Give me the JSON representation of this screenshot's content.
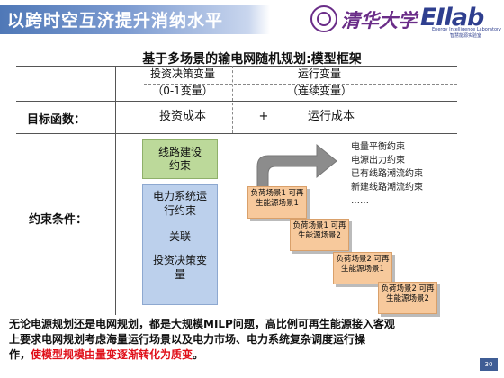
{
  "header": {
    "title": "以跨时空互济提升消纳水平",
    "university_logo": "清华大学",
    "lab_logo": "EIlab",
    "lab_name_en": "Energy Intelligence Laboratory",
    "lab_name_cn": "智慧能源实验室"
  },
  "subtitle": "基于多场景的输电网随机规划:模型框架",
  "columns": {
    "left_line1": "投资决策变量",
    "left_line2": "（0-1变量）",
    "right_line1": "运行变量",
    "right_line2": "（连续变量）"
  },
  "objective": {
    "label": "目标函数：",
    "left": "投资成本",
    "op": "+",
    "right": "运行成本"
  },
  "constraints": {
    "label": "约束条件：",
    "line_build": "线路建设约束",
    "power_system": "电力系统运行约束",
    "link": "关联",
    "invest": "投资决策变量",
    "list": [
      "电量平衡约束",
      "电源出力约束",
      "已有线路潮流约束",
      "新建线路潮流约束",
      "……"
    ],
    "scenarios": [
      "负荷场景1 可再生能源场景1",
      "负荷场景1 可再生能源场景2",
      "负荷场景2 可再生能源场景1",
      "负荷场景2 可再生能源场景2"
    ]
  },
  "body": {
    "line1": "无论电源规划还是电网规划，都是大规模MILP问题，高比例可再生能源接入客观",
    "line2": "上要求电网规划考虑海量运行场景以及电力市场、电力系统复杂调度运行操",
    "line3_prefix": "作，",
    "line3_red": "使模型规模由量变逐渐转化为质变",
    "line3_suffix": "。"
  },
  "page_number": "30",
  "colors": {
    "header_blue": "#4f78b7",
    "green_box": "#bcd99a",
    "blue_box": "#bcd0ec",
    "orange_box": "#f7c99c",
    "highlight_red": "#e0101a"
  }
}
